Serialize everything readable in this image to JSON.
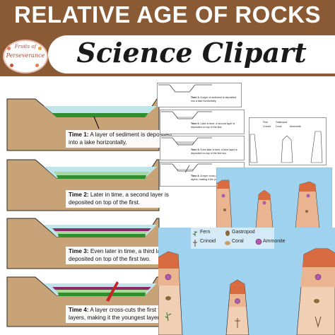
{
  "title": "RELATIVE AGE OF ROCKS",
  "subtitle": "Science Clipart",
  "logo": {
    "line1": "Fruits of",
    "line2": "Perseverance"
  },
  "panels": [
    {
      "lead": "Time 1:",
      "text": "A layer of sediment is deposited into a lake horizontally."
    },
    {
      "lead": "Time 2:",
      "text": "Later in time, a second layer is deposited on top of the first."
    },
    {
      "lead": "Time 3:",
      "text": "Even later in time, a third layer is deposited on top of the first two."
    },
    {
      "lead": "Time 4:",
      "text": "A layer cross-cuts the first two layers, making it the youngest layer."
    }
  ],
  "mini_panels": [
    {
      "lead": "Time 1:",
      "text": "A layer of sediment is deposited into a lake horizontally."
    },
    {
      "lead": "Time 2:",
      "text": "Later in time, a second layer is deposited on top of the first."
    },
    {
      "lead": "Time 3:",
      "text": "Even later in time, a third layer is deposited on top of the first two."
    },
    {
      "lead": "Time 4:",
      "text": "A layer cross-cuts the first two layers, making it the youngest layer."
    }
  ],
  "legend": [
    "Fern",
    "Gastropod",
    "Crinoid",
    "Coral",
    "Ammonite"
  ],
  "colors": {
    "banner": "#8a5a34",
    "dirt": "#c8a377",
    "dirt_edge": "#2a2a2a",
    "water": "#bfe4ea",
    "layer1": "#2f8f2f",
    "layer2": "#a8d89a",
    "layer3": "#8a2a6a",
    "intrusion": "#c8232c",
    "sky": "#9fd2ee",
    "rock_top": "#d96b40",
    "rock_mid": "#e9b48f",
    "rock_low": "#f1cfb4"
  }
}
